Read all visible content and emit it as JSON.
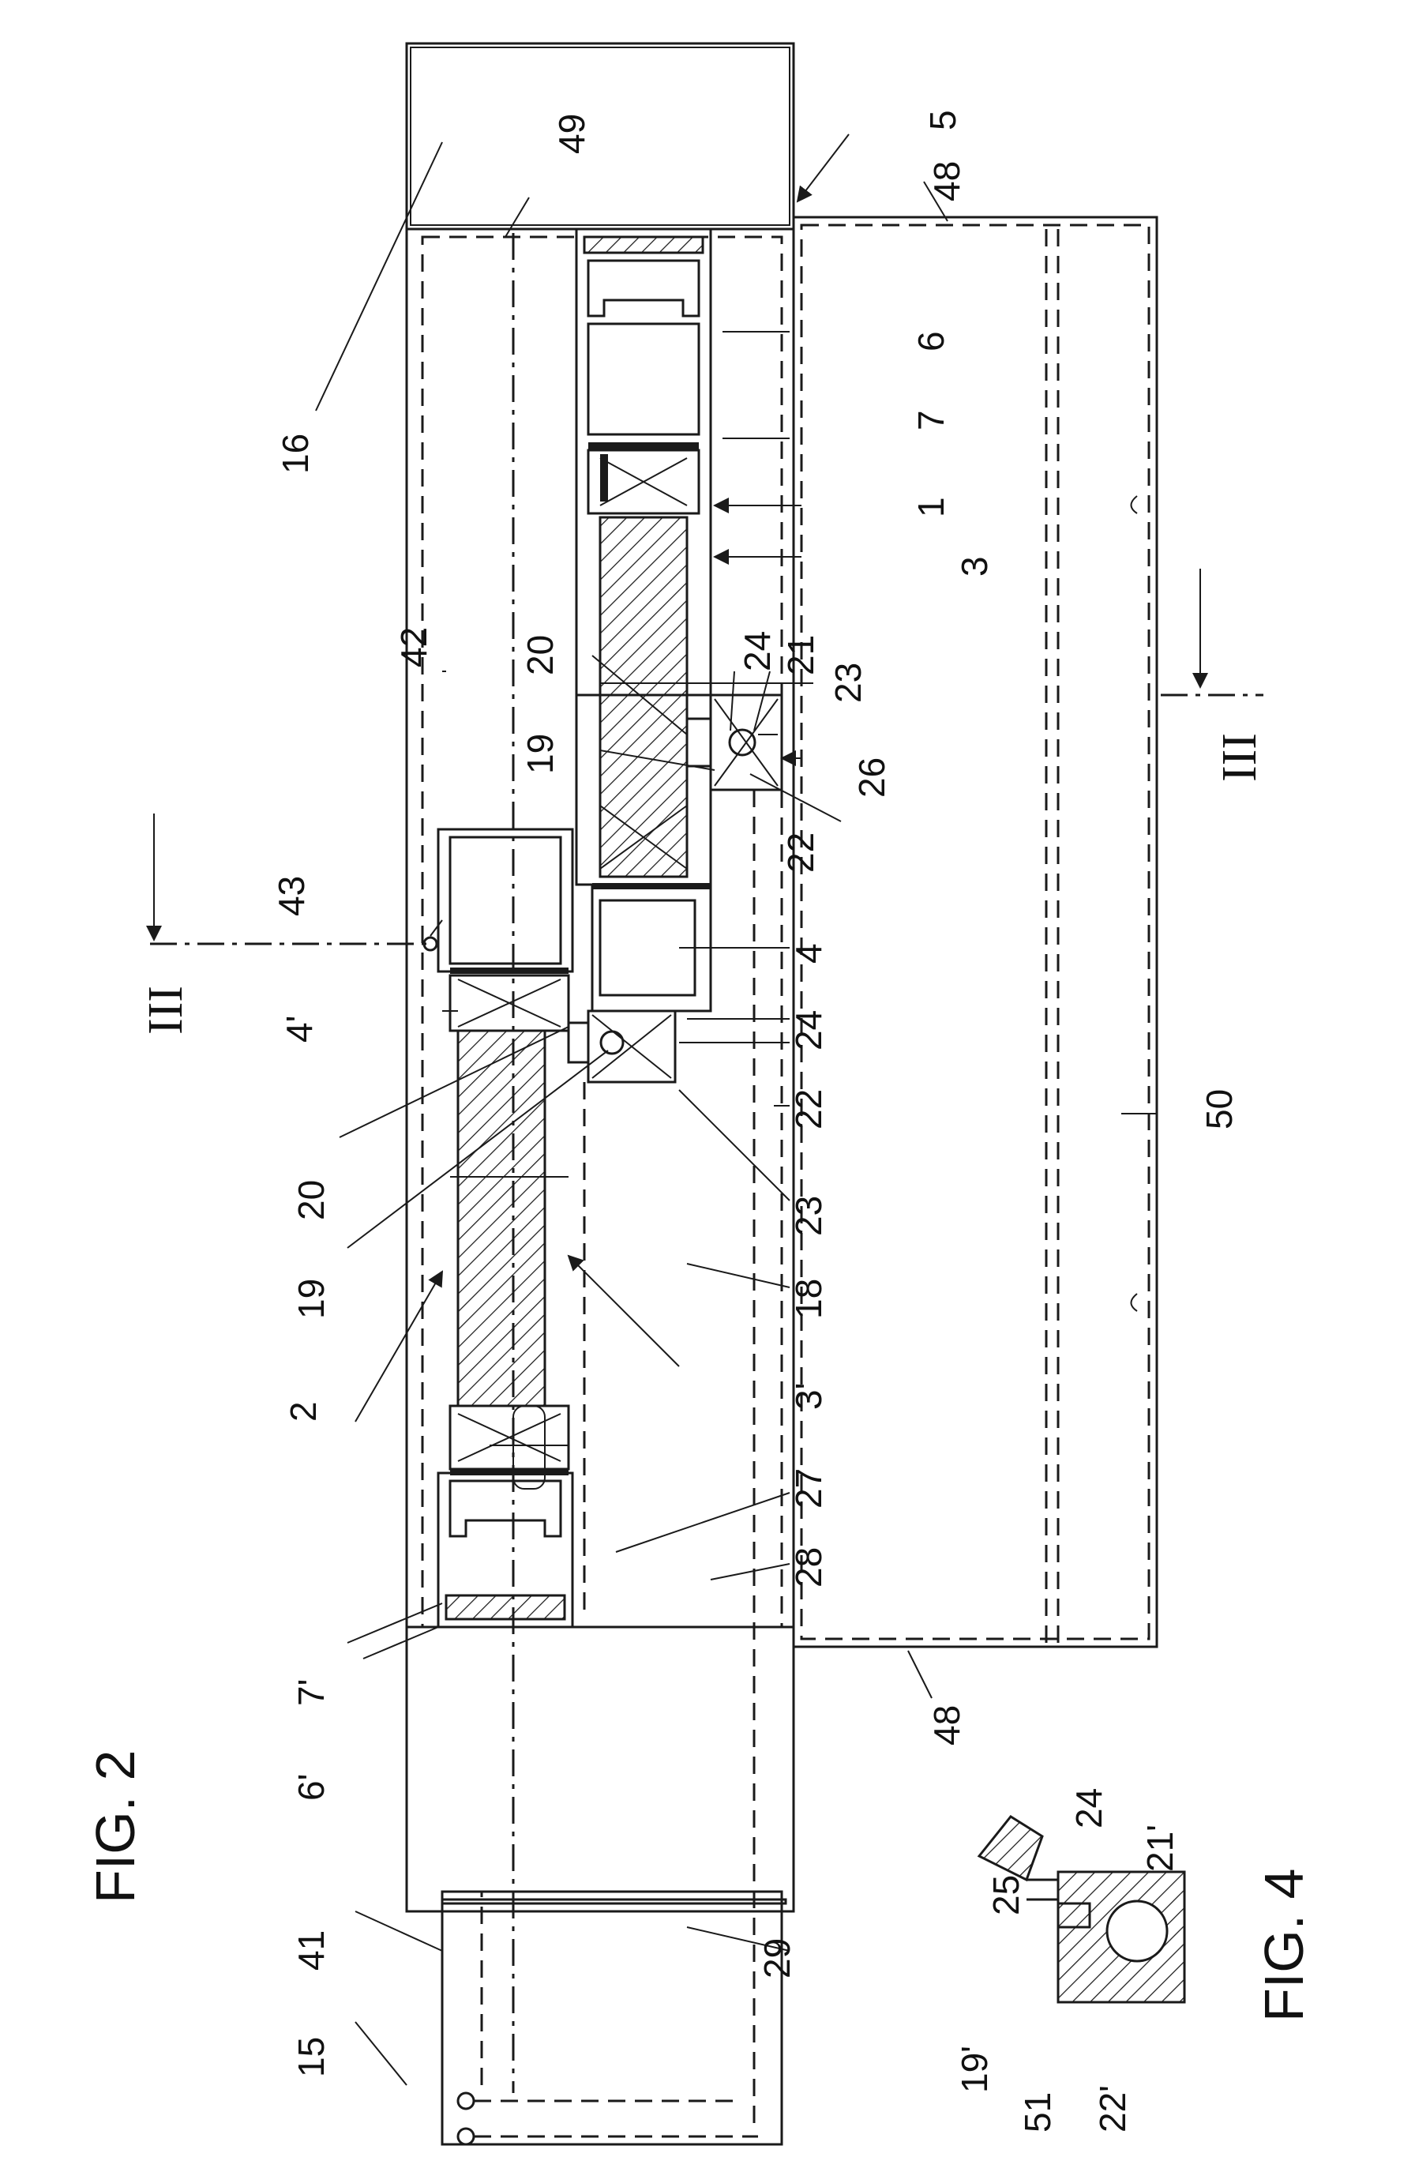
{
  "figures": {
    "fig2": "FIG. 2",
    "fig4": "FIG. 4"
  },
  "section_marks": {
    "left": "III",
    "right": "III"
  },
  "reference_numerals": {
    "n1": "1",
    "n2": "2",
    "n3": "3",
    "n3p": "3'",
    "n4": "4",
    "n4p": "4'",
    "n5": "5",
    "n6": "6",
    "n6p": "6'",
    "n7": "7",
    "n7p": "7'",
    "n15": "15",
    "n16": "16",
    "n18": "18",
    "n19a": "19",
    "n19b": "19",
    "n19p": "19'",
    "n20a": "20",
    "n20b": "20",
    "n21": "21",
    "n21p": "21'",
    "n22a": "22",
    "n22b": "22",
    "n22p": "22'",
    "n23a": "23",
    "n23b": "23",
    "n24a": "24",
    "n24b": "24",
    "n24c": "24",
    "n25": "25",
    "n26": "26",
    "n27": "27",
    "n28": "28",
    "n29": "29",
    "n41": "41",
    "n42": "42",
    "n43": "43",
    "n48a": "48",
    "n48b": "48",
    "n49": "49",
    "n50": "50",
    "n51": "51"
  }
}
